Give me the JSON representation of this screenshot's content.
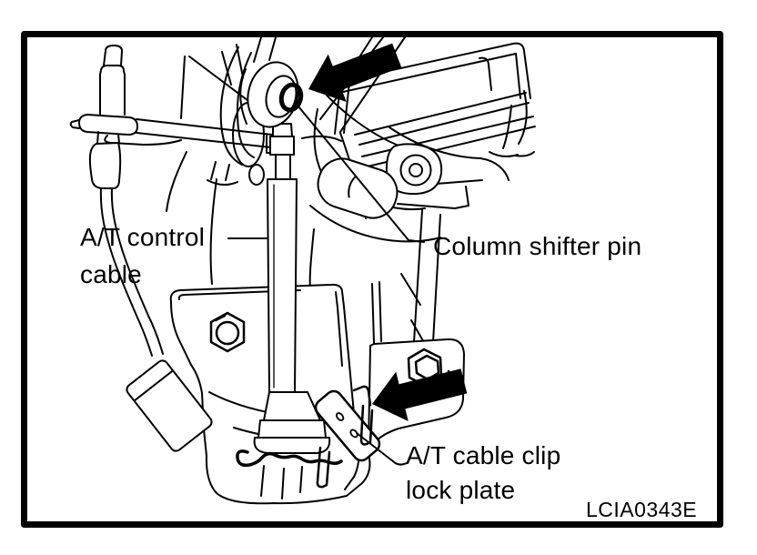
{
  "figure": {
    "id_code": "LCIA0343E",
    "labels": {
      "control_cable_line1": "A/T control",
      "control_cable_line2": "cable",
      "column_shifter_pin": "Column shifter pin",
      "clip_lock_plate_line1": "A/T cable clip",
      "clip_lock_plate_line2": "lock plate"
    },
    "icons": {
      "direction_arrow": "◀"
    },
    "colors": {
      "ink": "#000000",
      "paper": "#ffffff"
    }
  }
}
